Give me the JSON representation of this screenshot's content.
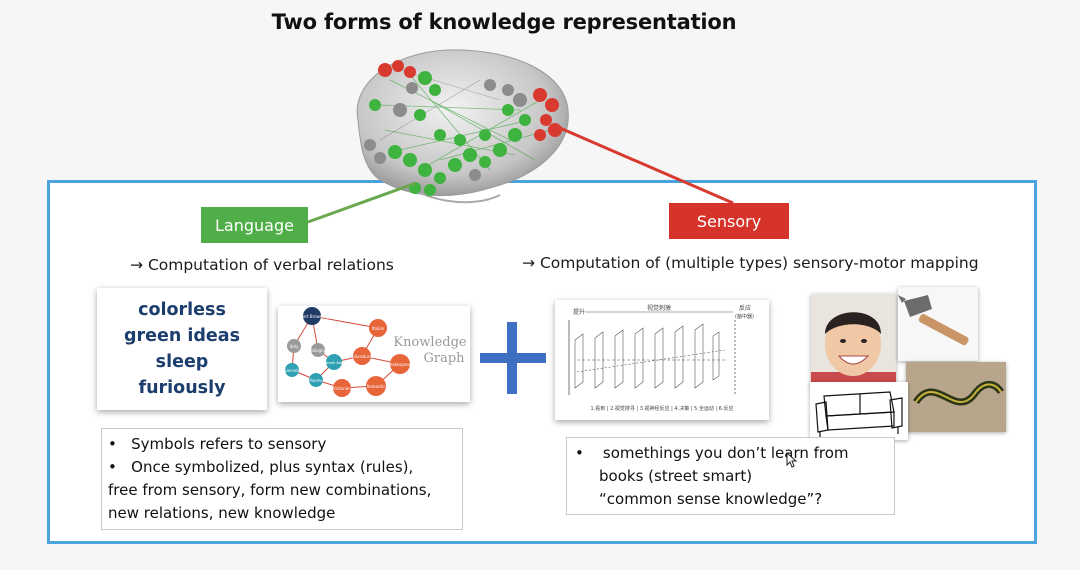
{
  "title": "Two forms of knowledge representation",
  "language": {
    "label": "Language",
    "subhead": "Computation of verbal relations",
    "words": [
      "colorless",
      "green ideas",
      "sleep",
      "furiously"
    ],
    "knowledge_graph": {
      "label_line1": "Knowledge",
      "label_line2": "Graph",
      "nodes": [
        {
          "label": "Robert Browning",
          "color": "#1f3c66"
        },
        {
          "label": "Italy",
          "color": "#9a9a9a"
        },
        {
          "label": "Bologna",
          "color": "#9a9a9a"
        },
        {
          "label": "Italian",
          "color": "#e8653a"
        },
        {
          "label": "Elizabeth Barrett",
          "color": "#2fa1b3"
        },
        {
          "label": "Sonnets",
          "color": "#2fa1b3"
        },
        {
          "label": "Poems",
          "color": "#2fa1b3"
        },
        {
          "label": "Literature",
          "color": "#e8653a"
        },
        {
          "label": "Shakespeare",
          "color": "#e8653a"
        },
        {
          "label": "Victorian",
          "color": "#e8653a"
        },
        {
          "label": "Romantic",
          "color": "#e8653a"
        }
      ]
    },
    "bullets": [
      "Symbols refers to sensory",
      "Once symbolized, plus syntax (rules),"
    ],
    "continuation": [
      "free from sensory, form new combinations,",
      "new relations, new knowledge"
    ]
  },
  "sensory": {
    "label": "Sensory",
    "subhead": "Computation of (multiple types) sensory-motor mapping",
    "diagram_top_left": "提升",
    "diagram_top_mid": "视觉刺激",
    "diagram_top_right": "反应",
    "diagram_top_right2": "(脑中器)",
    "diagram_caption": "1.看到 | 2.视觉搜寻 | 3.视神经反应 | 4.决策 | 5.全运动 | 6.反应",
    "bullet": "somethings you don’t learn from",
    "continuation": [
      "books (street smart)",
      "“common sense knowledge”?"
    ],
    "icons": [
      "child-face-photo",
      "hammer-photo",
      "couch-drawing",
      "snake-photo"
    ]
  },
  "colors": {
    "language": "#4fae48",
    "sensory": "#d6332a",
    "frame": "#4aa3df",
    "plus": "#3f6fc3",
    "word_text": "#1c3e6d"
  }
}
